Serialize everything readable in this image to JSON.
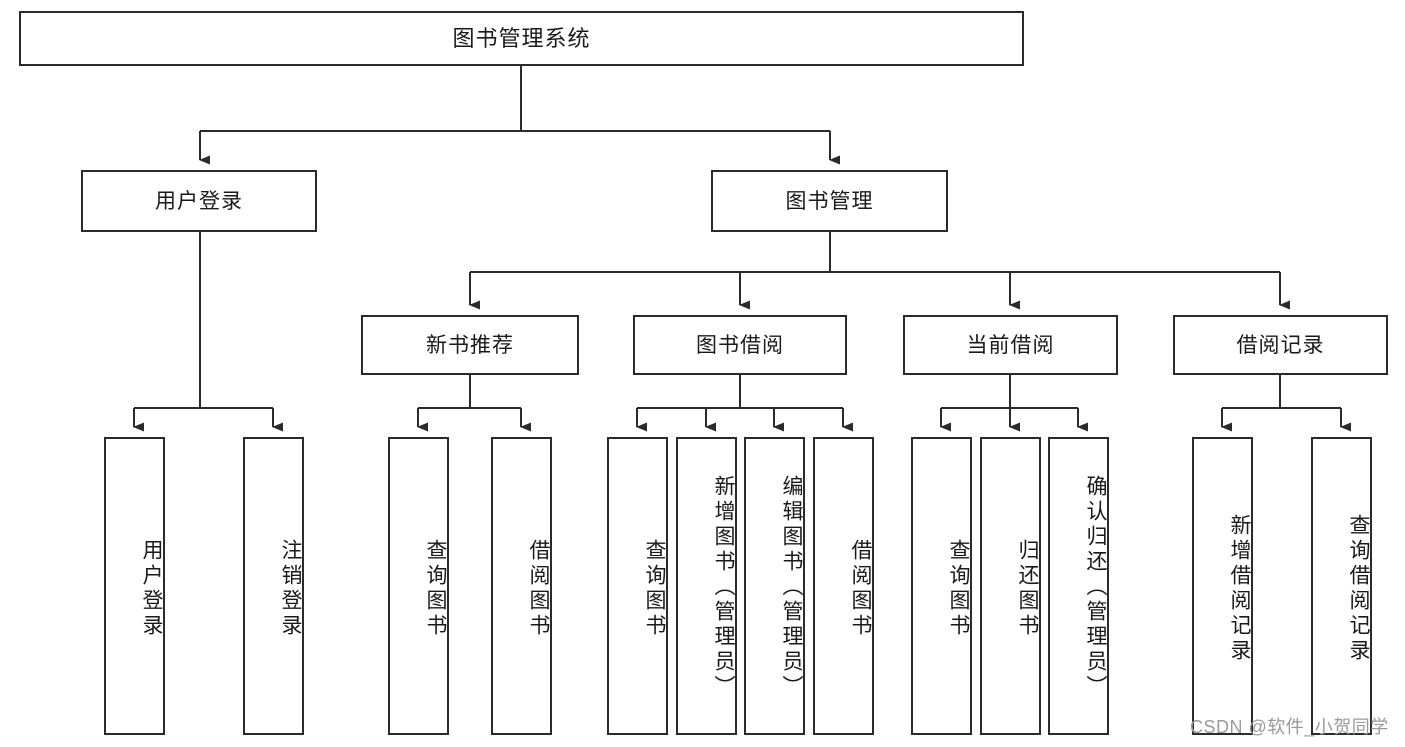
{
  "diagram": {
    "title_node": {
      "label": "图书管理系统"
    },
    "level2": [
      {
        "id": "user-login",
        "label": "用户登录"
      },
      {
        "id": "book-manage",
        "label": "图书管理"
      }
    ],
    "level3": [
      {
        "id": "new-book-recommend",
        "label": "新书推荐"
      },
      {
        "id": "book-borrow",
        "label": "图书借阅"
      },
      {
        "id": "current-borrow",
        "label": "当前借阅"
      },
      {
        "id": "borrow-record",
        "label": "借阅记录"
      }
    ],
    "leaves": {
      "user-login": [
        {
          "id": "leaf-user-login",
          "label": "用户登录"
        },
        {
          "id": "leaf-logout-login",
          "label": "注销登录"
        }
      ],
      "new-book-recommend": [
        {
          "id": "leaf-query-book-1",
          "label": "查询图书"
        },
        {
          "id": "leaf-borrow-book-1",
          "label": "借阅图书"
        }
      ],
      "book-borrow": [
        {
          "id": "leaf-query-book-2",
          "label": "查询图书"
        },
        {
          "id": "leaf-add-book",
          "label": "新增图书（管理员）"
        },
        {
          "id": "leaf-edit-book",
          "label": "编辑图书（管理员）"
        },
        {
          "id": "leaf-borrow-book-2",
          "label": "借阅图书"
        }
      ],
      "current-borrow": [
        {
          "id": "leaf-query-book-3",
          "label": "查询图书"
        },
        {
          "id": "leaf-return-book",
          "label": "归还图书"
        },
        {
          "id": "leaf-confirm-return",
          "label": "确认归还（管理员）"
        }
      ],
      "borrow-record": [
        {
          "id": "leaf-add-record",
          "label": "新增借阅记录"
        },
        {
          "id": "leaf-query-record",
          "label": "查询借阅记录"
        }
      ]
    },
    "watermark": "CSDN @软件_小贺同学",
    "colors": {
      "stroke": "#2b2b2b",
      "fill": "#ffffff",
      "text": "#1a1a1a",
      "watermark": "#9a9a9a"
    }
  }
}
